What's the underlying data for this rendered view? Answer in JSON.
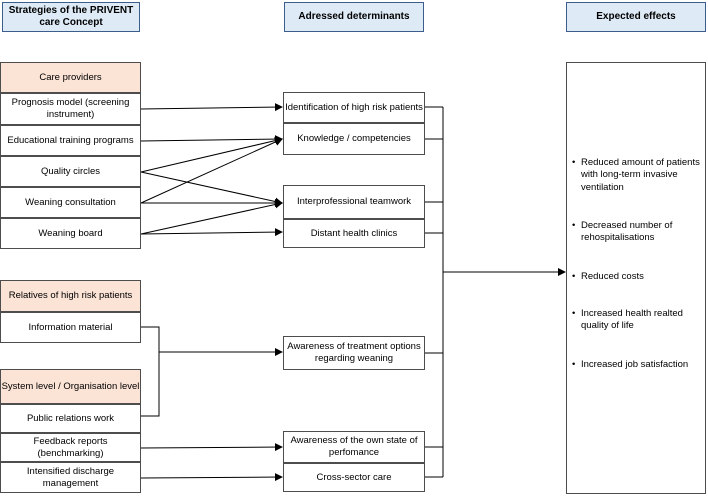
{
  "headers": {
    "strategies": "Strategies of the PRIVENT care Concept",
    "determinants": "Adressed determinants",
    "effects": "Expected effects"
  },
  "strategies": {
    "care_providers": {
      "title": "Care providers",
      "items": [
        "Prognosis model (screening instrument)",
        "Educational training programs",
        "Quality circles",
        "Weaning consultation",
        "Weaning board"
      ]
    },
    "relatives": {
      "title": "Relatives of high risk patients",
      "items": [
        "Information material"
      ]
    },
    "system": {
      "title": "System level / Organisation level",
      "items": [
        "Public relations work",
        "Feedback reports (benchmarking)",
        "Intensified discharge management"
      ]
    }
  },
  "determinants": [
    "Identification of high risk patients",
    "Knowledge / competencies",
    "Interprofessional teamwork",
    "Distant health clinics",
    "Awareness of treatment options regarding weaning",
    "Awareness of the own state of perfomance",
    "Cross-sector care"
  ],
  "effects": [
    "Reduced amount of patients with long-term invasive ventilation",
    "Decreased number of rehospitalisations",
    "Reduced costs",
    "Increased health realted quality of life",
    "Increased job satisfaction"
  ],
  "bullet_symbol": "•",
  "colors": {
    "header_fill": "#deebf7",
    "category_fill": "#fbe3d6",
    "line": "#000000"
  }
}
